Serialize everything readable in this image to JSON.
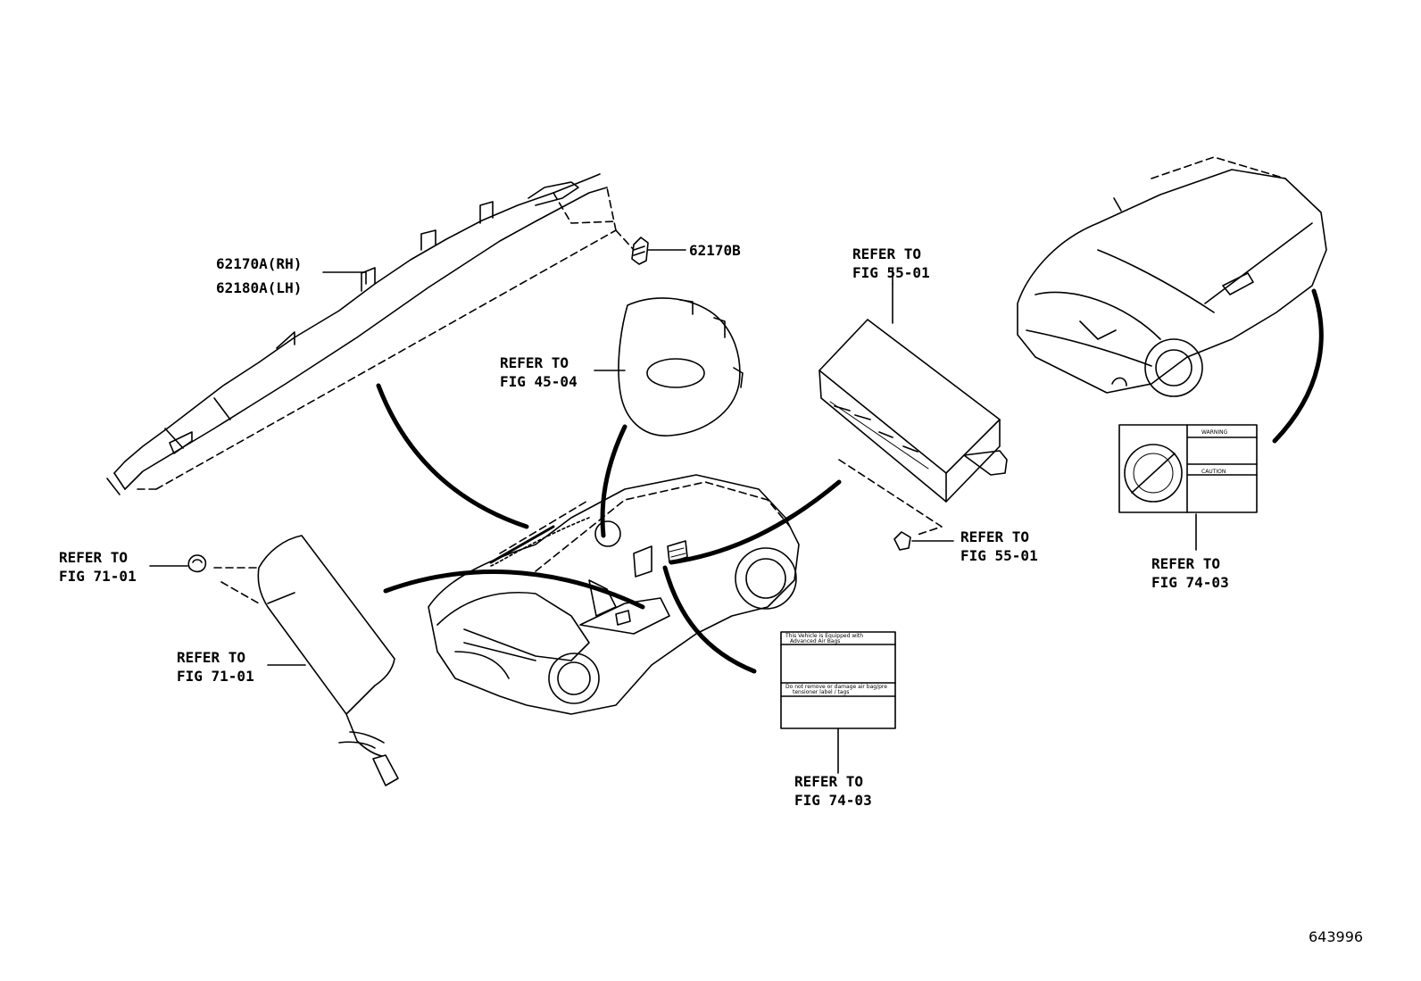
{
  "callouts": {
    "curtain_airbag_rh": "62170A(RH)",
    "curtain_airbag_lh": "62180A(LH)",
    "bolt": "62170B",
    "refer_steering_pad": [
      "REFER TO",
      "FIG 45-04"
    ],
    "refer_module": [
      "REFER TO",
      "FIG 55-01"
    ],
    "refer_module_bolt": [
      "REFER TO",
      "FIG 55-01"
    ],
    "refer_seat_nut": [
      "REFER TO",
      "FIG 71-01"
    ],
    "refer_seat_airbag": [
      "REFER TO",
      "FIG 71-01"
    ],
    "refer_label_center": [
      "REFER TO",
      "FIG 74-03"
    ],
    "refer_label_right": [
      "REFER TO",
      "FIG 74-03"
    ]
  },
  "label_center": {
    "line1": "This Vehicle is Equipped with",
    "line2": "Advanced Air Bags",
    "line3": "Do not remove or damage air bag/pre",
    "line4": "tensioner label / tags"
  },
  "label_right": {
    "warn1": "WARNING",
    "warn2": "CAUTION"
  },
  "diagram_id": "643996"
}
